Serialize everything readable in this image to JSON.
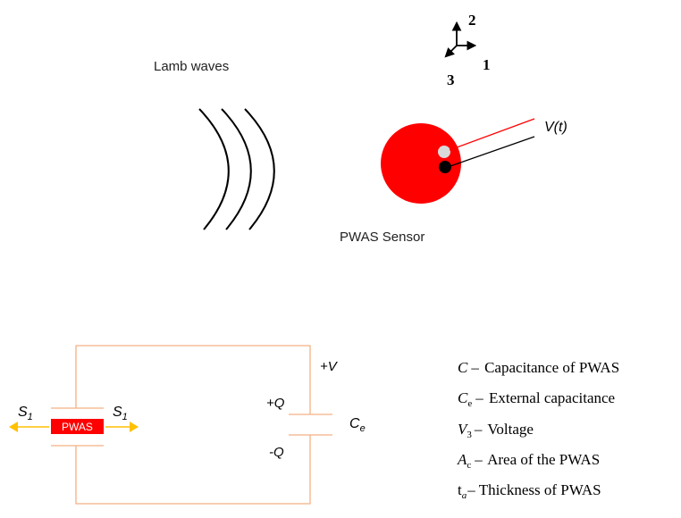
{
  "top": {
    "wave_label": "Lamb waves",
    "sensor_label": "PWAS Sensor",
    "voltage_label": "V(t)",
    "axis_labels": {
      "a1": "1",
      "a2": "2",
      "a3": "3"
    }
  },
  "circuit": {
    "pwas_label": "PWAS",
    "stress_label": "S",
    "stress_sub": "1",
    "plus_v": "+V",
    "plus_q": "+Q",
    "minus_q": "-Q",
    "ce_main": "C",
    "ce_sub": "e"
  },
  "legend": [
    {
      "sym": "C",
      "sub": "",
      "desc": "Capacitance of PWAS"
    },
    {
      "sym": "C",
      "sub": "e",
      "desc": "External capacitance"
    },
    {
      "sym": "V",
      "sub": "3",
      "desc": "Voltage"
    },
    {
      "sym": "A",
      "sub": "c",
      "desc": "Area of the PWAS"
    },
    {
      "sym": "t",
      "sub": "a",
      "desc": "Thickness of PWAS"
    }
  ],
  "colors": {
    "sensor_red": "#ff0000",
    "circuit_orange": "#f4b183",
    "arrow_gold": "#ffc000",
    "lead_red": "#ff0000",
    "lead_black": "#000000",
    "electrode_gray": "#d9d9d9"
  }
}
